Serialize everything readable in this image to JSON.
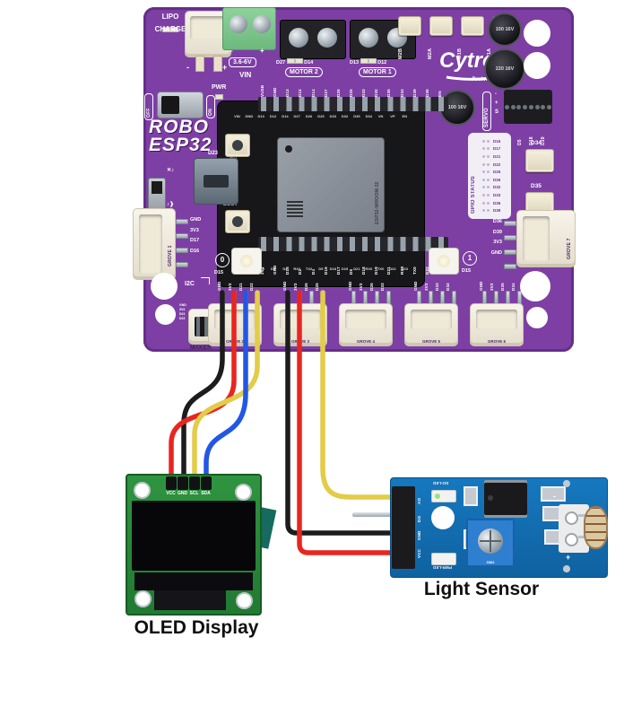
{
  "board": {
    "color": "#7d3fa4",
    "logo_line1": "ROBO",
    "logo_line2": "ESP32",
    "brand": "Cytron",
    "brand_sub": "Technologies",
    "lipo_label": "LIPO",
    "charge_label": "CHARGE",
    "jst_minus": "-",
    "jst_plus": "+",
    "vin_range": "3.6-6V",
    "vin_label": "VIN",
    "motor2_label": "MOTOR 2",
    "motor1_label": "MOTOR 1",
    "motor_led_labels": [
      "D27",
      "D14",
      "D13",
      "D12"
    ],
    "motor_test_buttons": [
      "M2B",
      "M2A",
      "M1B",
      "M1A"
    ],
    "capacitors": [
      "100 16V",
      "220 16V",
      "100 16V"
    ],
    "servo_label": "SERVO",
    "servo_pins": [
      "-",
      "+",
      "S"
    ],
    "servo_channels": [
      "D4",
      "D5",
      "D18",
      "D19"
    ],
    "pwr_label": "PWR",
    "switch_off": "OFF",
    "switch_on": "ON",
    "en_button": "EN",
    "boot_button": "BOOT",
    "usb_label": "D23",
    "esp32_module": "ESP32-WROOM-32",
    "top_header_pins": [
      "VUSB",
      "GND",
      "D13",
      "D12",
      "D14",
      "D27",
      "D26",
      "D25",
      "D33",
      "D32",
      "D35",
      "D34",
      "D39",
      "D36",
      "EN"
    ],
    "esp32_top_silk": [
      "VIN",
      "GND",
      "D13",
      "D12",
      "D14",
      "D27",
      "D26",
      "D25",
      "D33",
      "D32",
      "D35",
      "D34",
      "VN",
      "VP",
      "EN"
    ],
    "esp32_bottom_silk": [
      "3V3",
      "GND",
      "D15",
      "D2",
      "D4",
      "RX2",
      "TX2",
      "D5",
      "D18",
      "D19",
      "D21",
      "RX0",
      "TX0",
      "D22",
      "D23"
    ],
    "bottom_header_pins": [
      "3V3",
      "GND",
      "D15",
      "D2",
      "D4",
      "D16",
      "D17",
      "D5",
      "D18",
      "D19",
      "D21",
      "RX0",
      "TX0",
      "D22",
      "D23"
    ],
    "gpio_status_label": "GPIO STATUS",
    "gpio_status_pins": [
      "D16",
      "D17",
      "D21",
      "D22",
      "D25",
      "D26",
      "D32",
      "D33",
      "D36",
      "D39"
    ],
    "button_d34": "D34",
    "button_d35": "D35",
    "rgb_led0": {
      "index": "0",
      "pin": "D15"
    },
    "rgb_led1": {
      "index": "1",
      "pin": "D15"
    },
    "i2c_label": "I2C",
    "maker_label": "MAKER",
    "maker_pins": [
      "GND",
      "3V3",
      "D21",
      "D22"
    ],
    "left_grove": {
      "name": "GROVE 1",
      "pins": [
        "GND",
        "3V3",
        "D17",
        "D16"
      ]
    },
    "right_grove": {
      "name": "GROVE 7",
      "pins": [
        "D36",
        "D39",
        "3V3",
        "GND"
      ]
    },
    "bottom_groves": [
      {
        "name": "GROVE 2",
        "pins": [
          "GND",
          "3V3",
          "D21",
          "D22"
        ]
      },
      {
        "name": "GROVE 3",
        "pins": [
          "GND",
          "3V3",
          "D26",
          "D25"
        ]
      },
      {
        "name": "GROVE 4",
        "pins": [
          "GND",
          "3V3",
          "D26",
          "D33"
        ]
      },
      {
        "name": "GROVE 5",
        "pins": [
          "GND",
          "3V3",
          "D33",
          "D32"
        ]
      },
      {
        "name": "GROVE 6",
        "pins": [
          "GND",
          "3V3",
          "D35",
          "D34"
        ]
      }
    ]
  },
  "oled": {
    "title": "OLED Display",
    "pins": [
      "VCC",
      "GND",
      "SCL",
      "SDA"
    ]
  },
  "sensor": {
    "title": "Light Sensor",
    "pins": [
      "AO",
      "DO",
      "GND",
      "VCC"
    ],
    "do_led": "DO-LED",
    "pwr_led": "PWR-LED",
    "trimmer": "3362",
    "minus": "-",
    "plus": "+"
  },
  "wires": {
    "colors": {
      "red": "#e8251f",
      "black": "#1c1c1c",
      "yellow": "#e2cc48",
      "blue": "#2257e6"
    }
  },
  "connections": [
    {
      "from": "GROVE 2 GND",
      "to": "OLED GND",
      "color": "black"
    },
    {
      "from": "GROVE 2 3V3",
      "to": "OLED VCC",
      "color": "red"
    },
    {
      "from": "GROVE 2 D21",
      "to": "OLED SDA",
      "color": "blue"
    },
    {
      "from": "GROVE 2 D22",
      "to": "OLED SCL",
      "color": "yellow"
    },
    {
      "from": "GROVE 3 GND",
      "to": "Light Sensor GND",
      "color": "black"
    },
    {
      "from": "GROVE 3 3V3",
      "to": "Light Sensor VCC",
      "color": "red"
    },
    {
      "from": "GROVE 3 D25",
      "to": "Light Sensor AO",
      "color": "yellow"
    }
  ]
}
